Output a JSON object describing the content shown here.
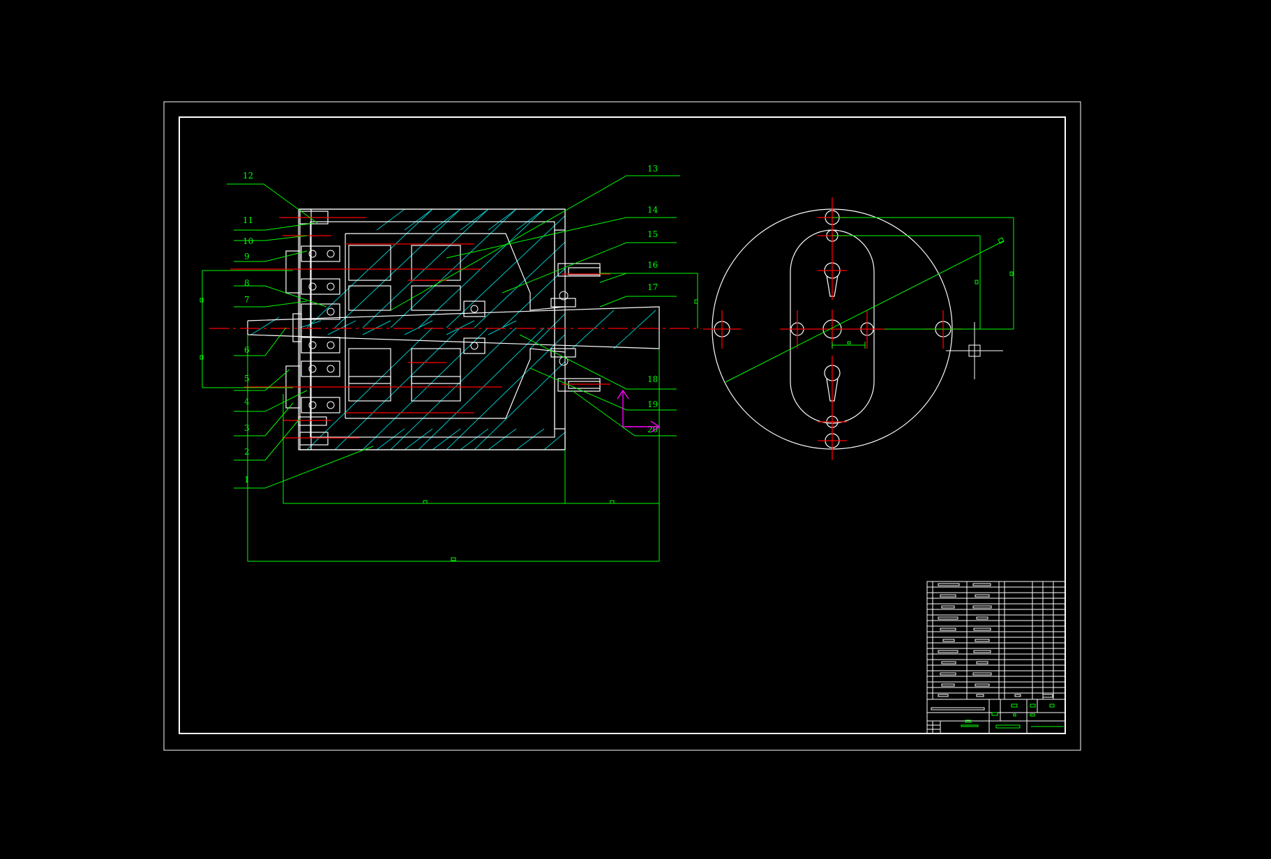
{
  "drawing": {
    "callouts": [
      "1",
      "2",
      "3",
      "4",
      "5",
      "6",
      "7",
      "8",
      "9",
      "10",
      "11",
      "12",
      "13",
      "14",
      "15",
      "16",
      "17",
      "18",
      "19",
      "20"
    ],
    "colors": {
      "background": "#000000",
      "outline": "#ffffff",
      "leader": "#00ff00",
      "hatch": "#00c8c8",
      "centerline": "#ff0000",
      "ucs": "#ff00ff"
    },
    "icons": [
      "ucs-icon",
      "crosshair-cursor-icon"
    ]
  }
}
